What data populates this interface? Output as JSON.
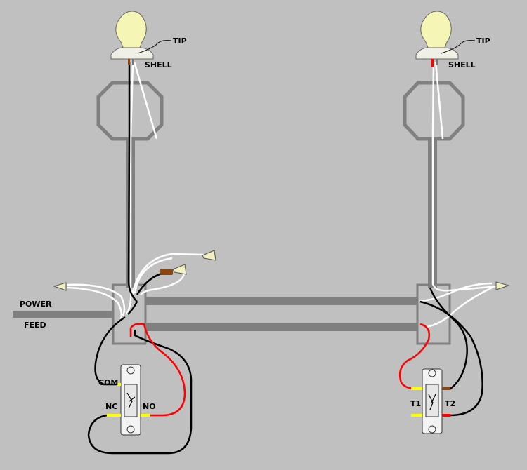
{
  "labels": {
    "tip": "TIP",
    "shell": "SHELL",
    "power": "POWER",
    "feed": "FEED",
    "com": "COM",
    "nc": "NC",
    "no": "NO",
    "t1": "T1",
    "t2": "T2"
  },
  "colors": {
    "background": "#c0c0c0",
    "box": "#808080",
    "conduit": "#808080",
    "hot_wire": "#ff0000",
    "black_wire": "#000000",
    "neutral_wire": "#ffffff",
    "terminal": "#ffff00",
    "wire_nut": "#f0f0c0",
    "bulb": "#f5f5b5",
    "brown_wire": "#8b4513"
  },
  "icons": {
    "bulb": "light-bulb-icon",
    "switch": "toggle-switch-icon",
    "wire_nut": "wire-nut-icon"
  }
}
